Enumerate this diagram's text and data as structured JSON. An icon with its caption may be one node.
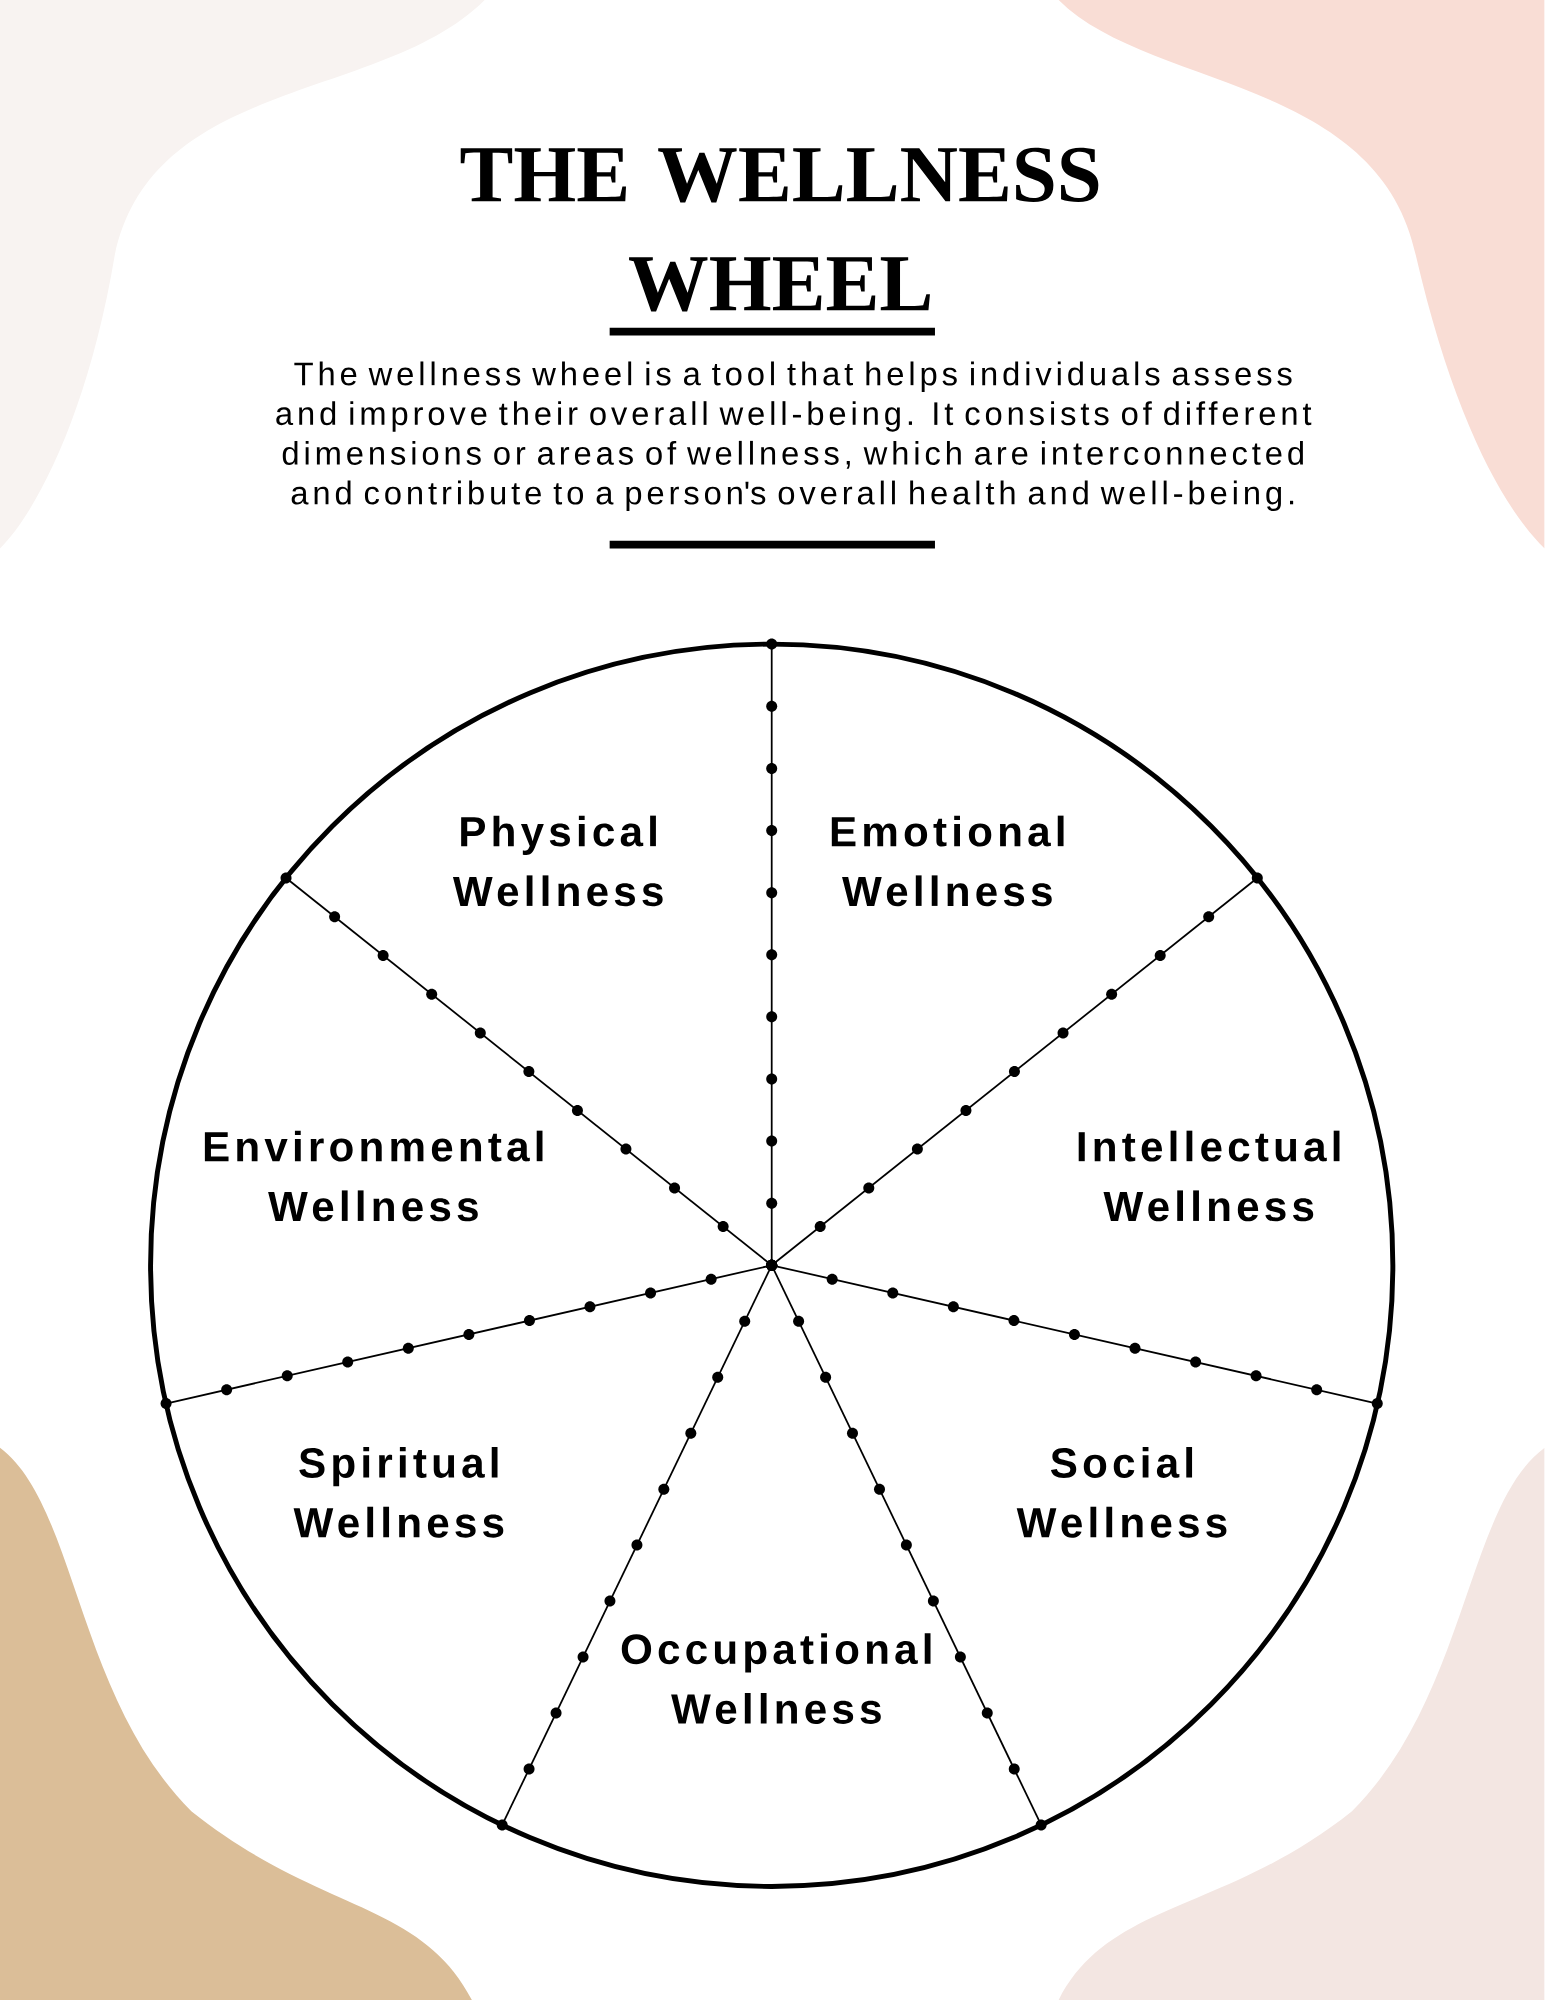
{
  "diagram": {
    "title": "THE WELLNESS WHEEL",
    "nodes": [
      {
        "text": [],
        "shape": "circle"
      },
      {
        "text": [
          "Physical Wellness"
        ],
        "in": 0
      },
      {
        "text": [
          "Emotional Wellness"
        ],
        "in": 0
      },
      {
        "text": [
          "Environmental Wellness"
        ],
        "in": 0
      },
      {
        "text": [
          "Intellectual Wellness"
        ],
        "in": 0
      },
      {
        "text": [
          "Spiritual Wellness"
        ],
        "in": 0
      },
      {
        "text": [
          "Social Wellness"
        ],
        "in": 0
      },
      {
        "text": [
          "Occupational Wellness"
        ],
        "in": 0
      }
    ],
    "edges": [],
    "labels": [
      "The wellness wheel is a tool that helps individuals assess and improve their overall well-being. It consists of different dimensions or areas of wellness, which are interconnected and contribute to a person's overall health and well-being."
    ]
  }
}
